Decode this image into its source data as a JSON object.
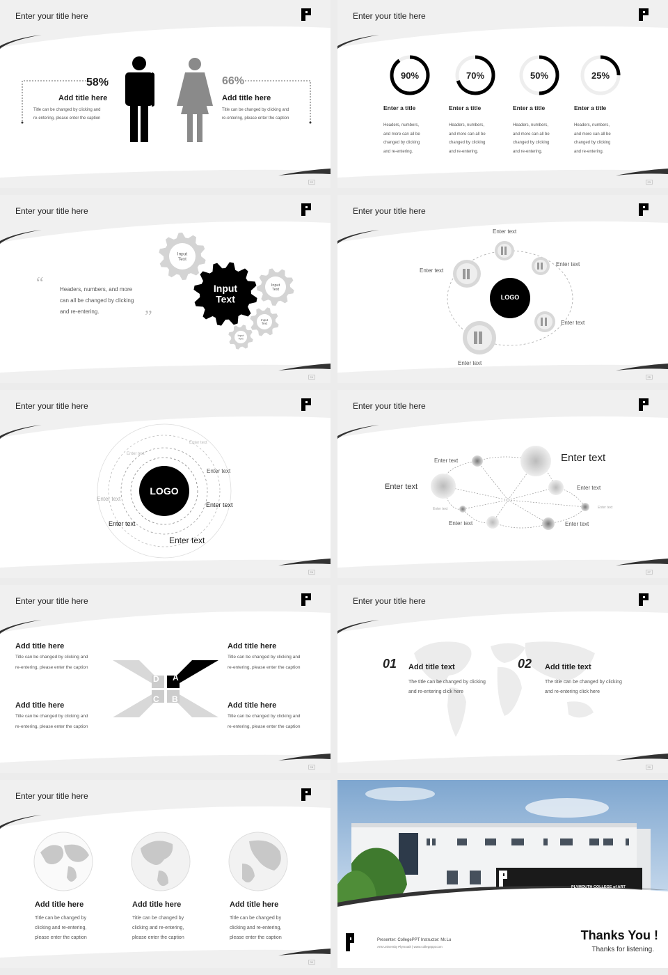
{
  "slides": {
    "s1": {
      "title": "Enter your title here",
      "page": "22",
      "left": {
        "pct": "58%",
        "heading": "Add title here",
        "desc1": "Title can be changed by clicking and",
        "desc2": "re-entering, please enter the caption"
      },
      "right": {
        "pct": "66%",
        "heading": "Add title here",
        "desc1": "Title can be changed by clicking and",
        "desc2": "re-entering, please enter the caption"
      }
    },
    "s2": {
      "title": "Enter your title here",
      "page": "23",
      "items": [
        {
          "pct": "90%",
          "value": 0.9,
          "heading": "Enter a title",
          "lines": [
            "Headers, numbers,",
            "and more can all be",
            "changed by clicking",
            "and re-entering."
          ]
        },
        {
          "pct": "70%",
          "value": 0.7,
          "heading": "Enter a title",
          "lines": [
            "Headers, numbers,",
            "and more can all be",
            "changed by clicking",
            "and re-entering."
          ]
        },
        {
          "pct": "50%",
          "value": 0.5,
          "heading": "Enter a title",
          "lines": [
            "Headers, numbers,",
            "and more can all be",
            "changed by clicking",
            "and re-entering."
          ]
        },
        {
          "pct": "25%",
          "value": 0.25,
          "heading": "Enter a title",
          "lines": [
            "Headers, numbers,",
            "and more can all be",
            "changed by clicking",
            "and re-entering."
          ]
        }
      ]
    },
    "s3": {
      "title": "Enter your title here",
      "page": "24",
      "quote_open": "“",
      "quote_close": "”",
      "quote_lines": [
        "Headers, numbers, and more",
        "can all be changed by clicking",
        "and re-entering."
      ],
      "gear_big": [
        "Input",
        "Text"
      ],
      "gear_small": "Input Text"
    },
    "s4": {
      "title": "Enter your title here",
      "page": "25",
      "center": "LOGO",
      "labels": [
        "Enter text",
        "Enter text",
        "Enter text",
        "Enter text",
        "Enter text"
      ]
    },
    "s5": {
      "title": "Enter your title here",
      "page": "26",
      "center": "LOGO",
      "labels": [
        "Enter text",
        "Enter text",
        "Enter text",
        "Enter text",
        "Enter text",
        "Enter text",
        "Enter text"
      ]
    },
    "s6": {
      "title": "Enter your title here",
      "page": "27",
      "labels": {
        "top": "Enter text",
        "big": "Enter text",
        "left": "Enter text",
        "r1": "Enter text",
        "tiny_l": "Enter text",
        "tiny_r": "Enter text",
        "bl": "Enter text",
        "br": "Enter text"
      }
    },
    "s7": {
      "title": "Enter your title here",
      "page": "28",
      "blocks": [
        {
          "heading": "Add title here",
          "desc1": "Title can be changed by clicking and",
          "desc2": "re-entering, please enter the caption"
        },
        {
          "heading": "Add title here",
          "desc1": "Title can be changed by clicking and",
          "desc2": "re-entering, please enter the caption"
        },
        {
          "heading": "Add title here",
          "desc1": "Title can be changed by clicking and",
          "desc2": "re-entering, please enter the caption"
        },
        {
          "heading": "Add title here",
          "desc1": "Title can be changed by clicking and",
          "desc2": "re-entering, please enter the caption"
        }
      ],
      "letters": [
        "A",
        "B",
        "C",
        "D"
      ]
    },
    "s8": {
      "title": "Enter your title here",
      "page": "29",
      "items": [
        {
          "num": "01",
          "heading": "Add title text",
          "desc1": "The title can be changed by clicking",
          "desc2": "and re-entering click here"
        },
        {
          "num": "02",
          "heading": "Add title text",
          "desc1": "The title can be changed by clicking",
          "desc2": "and re-entering click here"
        }
      ]
    },
    "s9": {
      "title": "Enter your title here",
      "page": "30",
      "items": [
        {
          "heading": "Add title here",
          "lines": [
            "Title can be changed by",
            "clicking and re-entering,",
            "please enter the caption"
          ]
        },
        {
          "heading": "Add title here",
          "lines": [
            "Title can be changed by",
            "clicking and re-entering,",
            "please enter the caption"
          ]
        },
        {
          "heading": "Add title here",
          "lines": [
            "Title can be changed by",
            "clicking and re-entering,",
            "please enter the caption"
          ]
        }
      ]
    },
    "s10": {
      "building_sign": "PLYMOUTH COLLEGE of ART",
      "presenter": "Presenter: CollegePPT   Instructor: Mr.Lu",
      "sub": "Arts University Plymouth  |  www.collegeppt.com",
      "thanks": "Thanks You !",
      "thanks_sub": "Thanks for listening."
    }
  },
  "colors": {
    "accent": "#000000",
    "gray": "#8a8a8a",
    "light": "#d8d8d8"
  }
}
